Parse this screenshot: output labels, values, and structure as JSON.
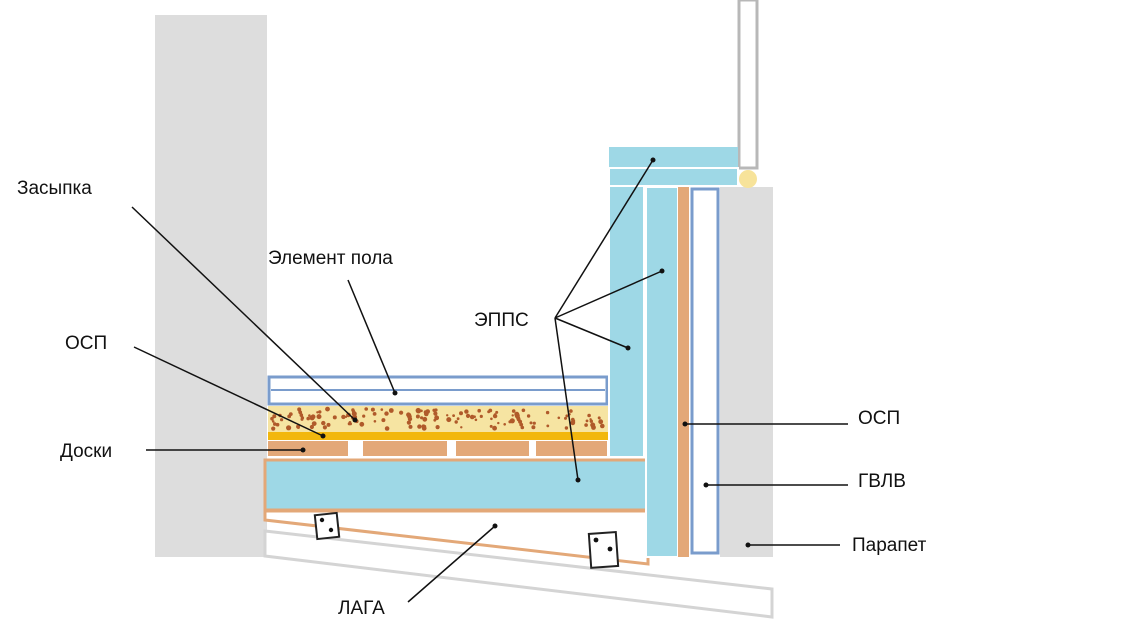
{
  "labels": {
    "zasypka": "Засыпка",
    "element_pola": "Элемент пола",
    "osp_left": "ОСП",
    "doski": "Доски",
    "epps": "ЭППС",
    "osp_right": "ОСП",
    "gvlv": "ГВЛВ",
    "parapet": "Парапет",
    "laga": "ЛАГА"
  },
  "colors": {
    "wall_gray": "#dddddd",
    "epps_blue": "#9ed8e6",
    "element_border_blue": "#7a9ccc",
    "osb_orange": "#e3a878",
    "fill_yellow": "#f6e4a2",
    "fill_dots": "#b05a2a",
    "yellow_strip": "#f2b70d",
    "line_black": "#111111"
  }
}
